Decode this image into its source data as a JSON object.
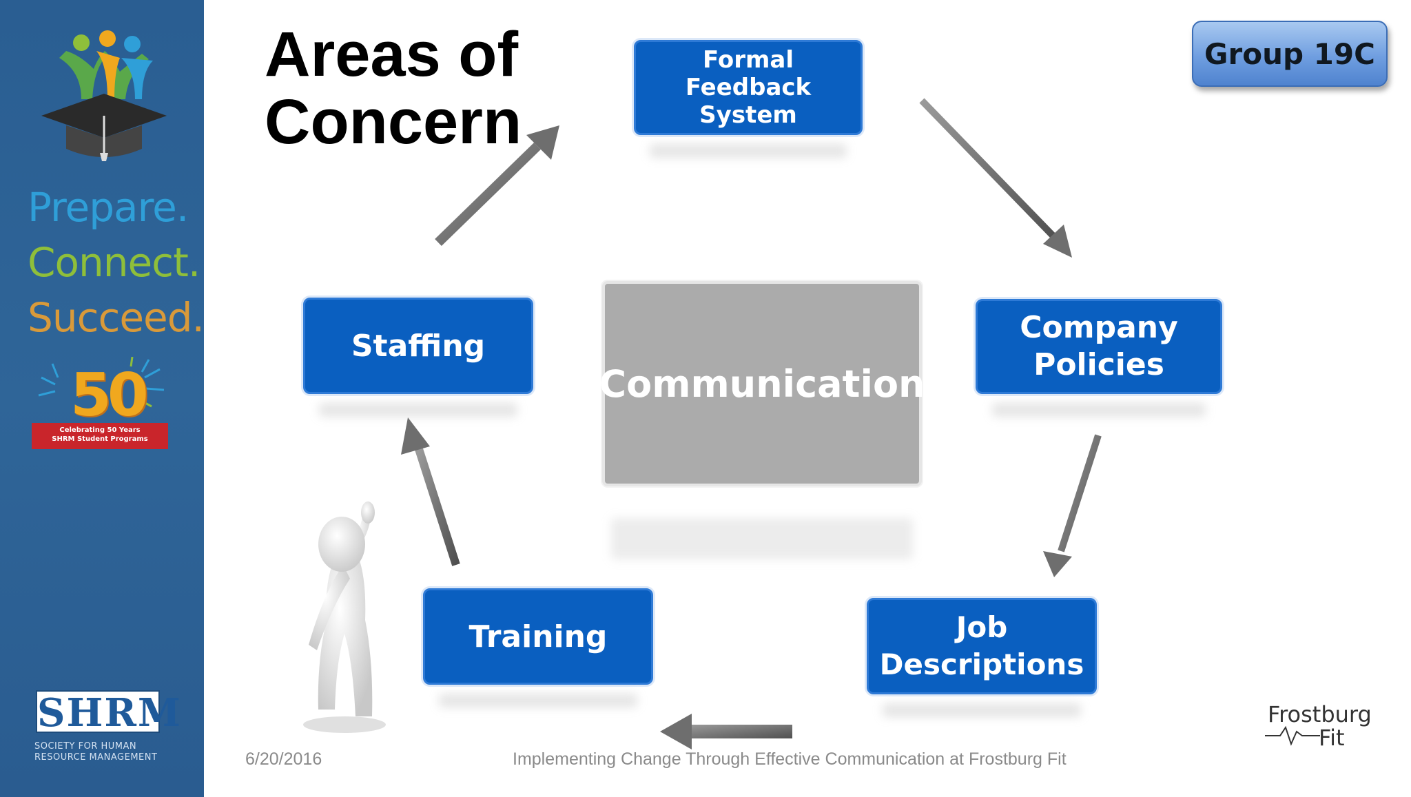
{
  "slide": {
    "title_line1": "Areas of",
    "title_line2": "Concern",
    "group_label": "Group 19C"
  },
  "sidebar": {
    "tagline": [
      "Prepare.",
      "Connect.",
      "Succeed."
    ],
    "badge": {
      "number": "50",
      "caption_line1": "Celebrating 50 Years",
      "caption_line2": "SHRM Student Programs"
    },
    "org_logo": {
      "wordmark": "SHRM",
      "subtitle_line1": "SOCIETY FOR HUMAN",
      "subtitle_line2": "RESOURCE MANAGEMENT"
    }
  },
  "diagram": {
    "center": "Communication",
    "nodes": {
      "formal_feedback": "Formal Feedback System",
      "company_policies": "Company Policies",
      "job_descriptions": "Job Descriptions",
      "training": "Training",
      "staffing": "Staffing"
    }
  },
  "footer": {
    "date": "6/20/2016",
    "caption": "Implementing Change Through Effective Communication at Frostburg Fit",
    "brand_line1": "Frostburg",
    "brand_line2": "Fit"
  },
  "colors": {
    "node_blue": "#0a5fc0",
    "center_gray": "#ababab",
    "sidebar_blue": "#2a5e92",
    "arrow_gray": "#6e6e6e"
  }
}
